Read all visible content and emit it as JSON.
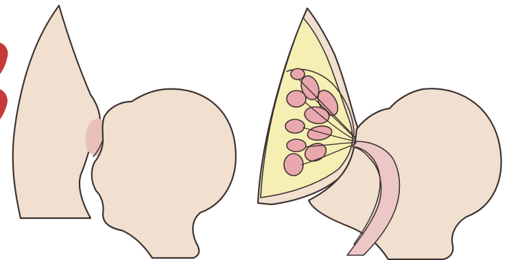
{
  "colors": {
    "background": "#ffffff",
    "skin": "#f1dfcf",
    "outline": "#3b3230",
    "areola": "#e8c1bd",
    "fat_tissue": "#f6efb4",
    "milk_glands": "#e9a8ad",
    "mouth_channel": "#edc6c6",
    "accent_red": "#c73a3a"
  },
  "panels": [
    {
      "id": "external-view",
      "depicts": [
        "breast-profile",
        "areola",
        "infant-head",
        "letdown-indicators"
      ]
    },
    {
      "id": "cross-section-view",
      "depicts": [
        "breast-cross-section",
        "fatty-tissue",
        "milk-glands",
        "milk-ducts",
        "infant-head-cross-section",
        "oral-cavity"
      ]
    }
  ]
}
